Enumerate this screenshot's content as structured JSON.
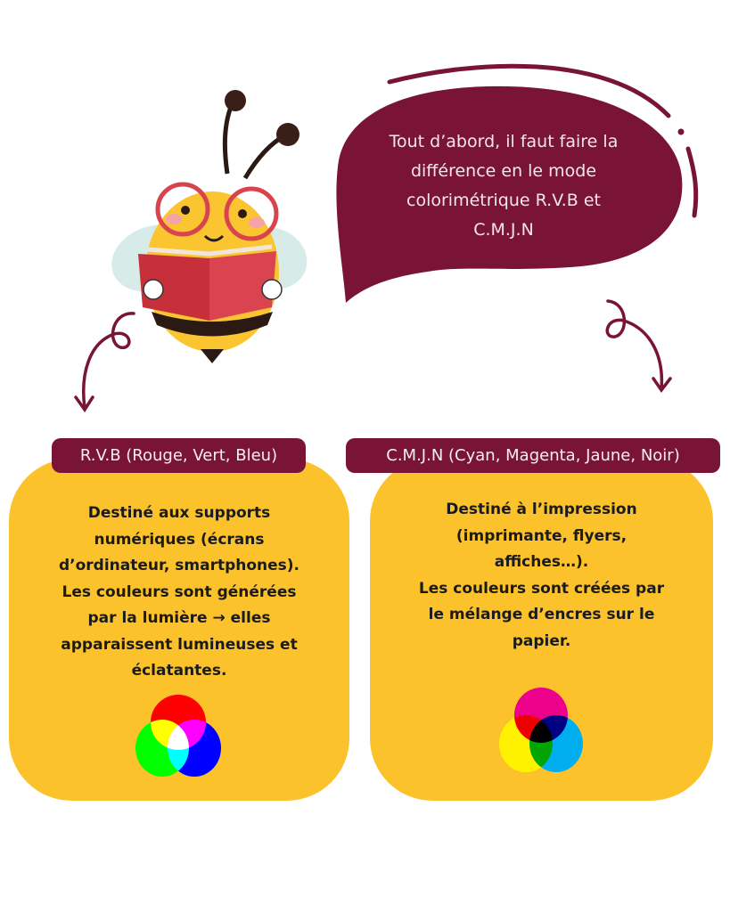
{
  "bubble": {
    "lines": [
      "Tout d’abord, il faut faire la",
      "différence en le mode",
      "colorimétrique R.V.B et",
      "C.M.J.N"
    ]
  },
  "rvb": {
    "title": "R.V.B (Rouge, Vert, Bleu)",
    "lines": [
      "Destiné aux supports",
      "numériques (écrans",
      "d’ordinateur, smartphones).",
      "Les couleurs sont générées",
      "par la lumière → elles",
      "apparaissent lumineuses et",
      "éclatantes."
    ]
  },
  "cmjn": {
    "title": "C.M.J.N (Cyan, Magenta, Jaune, Noir)",
    "lines": [
      "Destiné à  l’impression",
      "(imprimante, flyers,",
      "affiches…).",
      "Les couleurs sont créées par",
      "le mélange d’encres sur le",
      "papier."
    ]
  },
  "colors": {
    "accent": "#7a1437",
    "card": "#fcc22c"
  }
}
